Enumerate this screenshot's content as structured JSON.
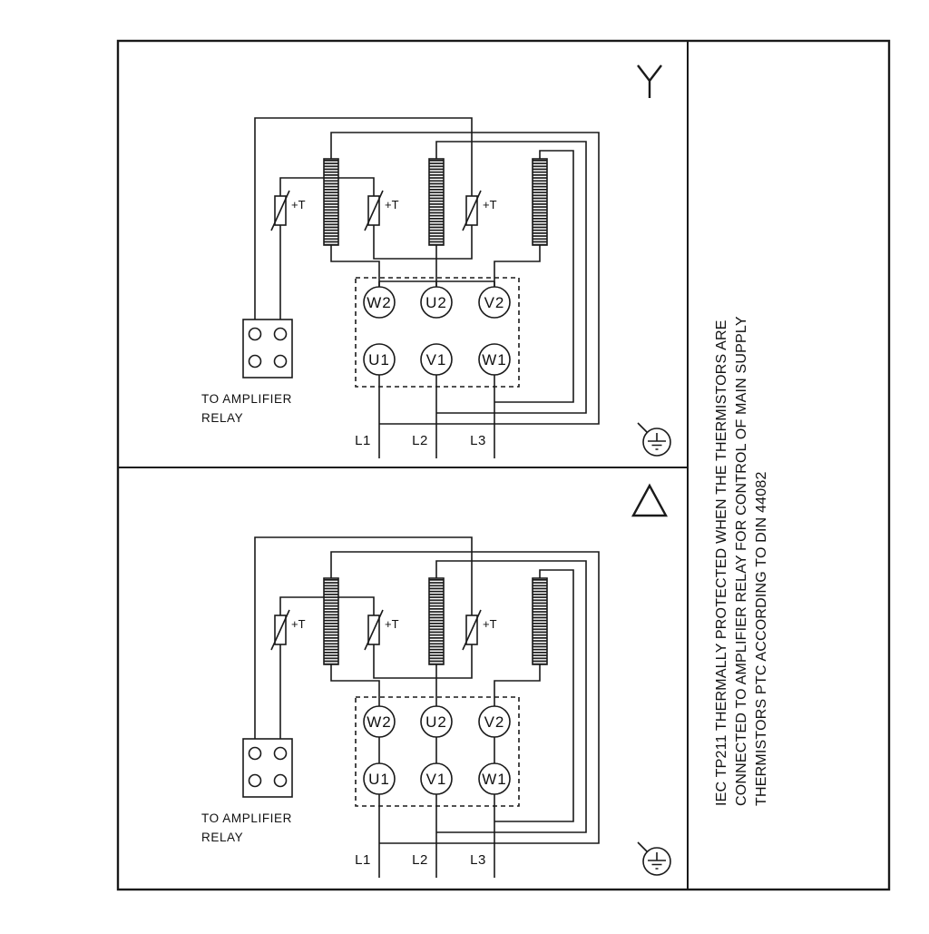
{
  "drawing": {
    "background": "#ffffff",
    "line_color": "#1a1a1a"
  },
  "icons": {
    "star": "Y",
    "delta": "△",
    "earth": "⏚"
  },
  "note": {
    "line1": "IEC TP211 THERMALLY PROTECTED WHEN THE THERMISTORS ARE",
    "line2": "CONNECTED TO AMPLIFIER RELAY FOR CONTROL OF MAIN SUPPLY",
    "line3": "THERMISTORS PTC ACCORDING TO DIN 44082"
  },
  "panels": [
    {
      "name": "star-connection",
      "connection_symbol": "star",
      "terminals_top": [
        "W2",
        "U2",
        "V2"
      ],
      "terminals_bottom": [
        "U1",
        "V1",
        "W1"
      ],
      "mains": [
        "L1",
        "L2",
        "L3"
      ],
      "thermistor_label": "+T",
      "relay_note_line1": "TO AMPLIFIER",
      "relay_note_line2": "RELAY"
    },
    {
      "name": "delta-connection",
      "connection_symbol": "delta",
      "terminals_top": [
        "W2",
        "U2",
        "V2"
      ],
      "terminals_bottom": [
        "U1",
        "V1",
        "W1"
      ],
      "mains": [
        "L1",
        "L2",
        "L3"
      ],
      "thermistor_label": "+T",
      "relay_note_line1": "TO AMPLIFIER",
      "relay_note_line2": "RELAY"
    }
  ]
}
